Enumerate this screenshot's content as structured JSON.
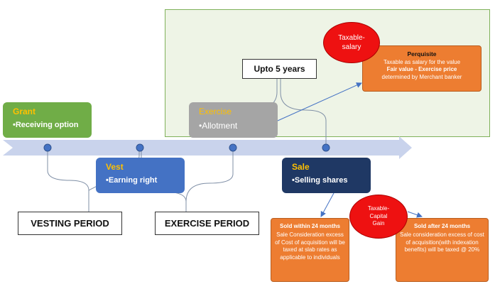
{
  "stages": {
    "grant": {
      "title": "Grant",
      "sub": "•Receiving option"
    },
    "vest": {
      "title": "Vest",
      "sub": "•Earning right"
    },
    "exercise": {
      "title": "Exercise",
      "sub": "•Allotment"
    },
    "sale": {
      "title": "Sale",
      "sub": "•Selling shares"
    }
  },
  "periods": {
    "vesting": "VESTING PERIOD",
    "exercise": "EXERCISE PERIOD",
    "upto": "Upto 5 years"
  },
  "perquisite": {
    "title": "Perquisite",
    "line1": "Taxable as salary for the value",
    "line2": "Fair value - Exercise price",
    "line3": "determined by Merchant banker"
  },
  "taxable_salary": {
    "line1": "Taxable-",
    "line2": "salary"
  },
  "taxable_capital": {
    "line1": "Taxable-",
    "line2": "Capital",
    "line3": "Gain"
  },
  "sold_within": {
    "title": "Sold within 24 months",
    "text": "Sale Consideration excess of Cost of acquisition will be taxed at slab rates as applicable to individuals"
  },
  "sold_after": {
    "title": "Sold after 24 months",
    "text": "Sale consideration excess of cost of acquisition(with indexation benefits) will be taxed @ 20%"
  },
  "colors": {
    "grant": "#70ad47",
    "vest": "#4472c4",
    "exercise": "#a5a5a5",
    "sale": "#1f3864",
    "accent_text": "#ffc000",
    "orange": "#ed7d31",
    "red": "#ee1111",
    "timeline": "#c9d3ec",
    "dot": "#4472c4"
  }
}
